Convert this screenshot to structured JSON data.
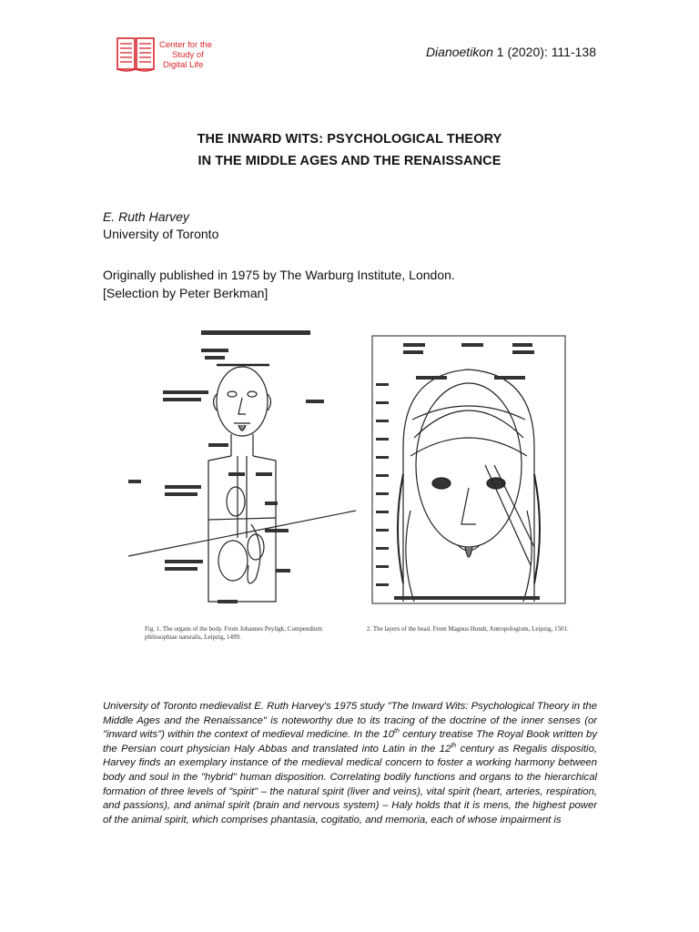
{
  "header": {
    "logo_lines": [
      "Center for the",
      "Study of",
      "Digital Life"
    ],
    "journal_name": "Dianoetikon",
    "journal_issue": " 1 (2020): 111-138"
  },
  "article": {
    "title_lines": [
      "THE INWARD WITS:  PSYCHOLOGICAL THEORY",
      "IN THE MIDDLE AGES AND THE RENAISSANCE"
    ],
    "author": "E. Ruth Harvey",
    "affiliation": "University of Toronto",
    "publication_lines": [
      "Originally published in 1975 by The Warburg Institute, London.",
      "[Selection by Peter Berkman]"
    ]
  },
  "figure": {
    "left_caption": "Fig. 1.   The organs of the body. From Johannes Peyligk, Compendium philosophiae naturalis, Leipzig, 1499.",
    "right_caption": "2.   The layers of the head. From Magnus Hundt, Antropologium, Leipzig, 1501."
  },
  "abstract": {
    "p1": "University of Toronto medievalist E. Ruth Harvey's 1975 study \"The Inward Wits: Psychological Theory in the Middle Ages and the Renaissance\" is noteworthy due to its tracing of the doctrine of the inner senses (or \"inward wits\") within the context of medieval medicine.  In the 10",
    "sup1": "th",
    "p2": " century treatise The Royal Book written by the Persian court physician Haly Abbas and translated into Latin in the 12",
    "sup2": "th",
    "p3": " century as Regalis dispositio, Harvey finds an exemplary instance of the medieval medical concern to foster a working harmony between body and soul in the \"hybrid\" human disposition.  Correlating bodily functions and organs to the hierarchical formation of three levels of \"spirit\" – the natural spirit (liver and veins), vital spirit (heart, arteries, respiration, and passions), and animal spirit (brain and nervous system) – Haly holds that it is mens, the highest power of the animal spirit, which comprises phantasia, cogitatio, and memoria, each of whose impairment is"
  }
}
